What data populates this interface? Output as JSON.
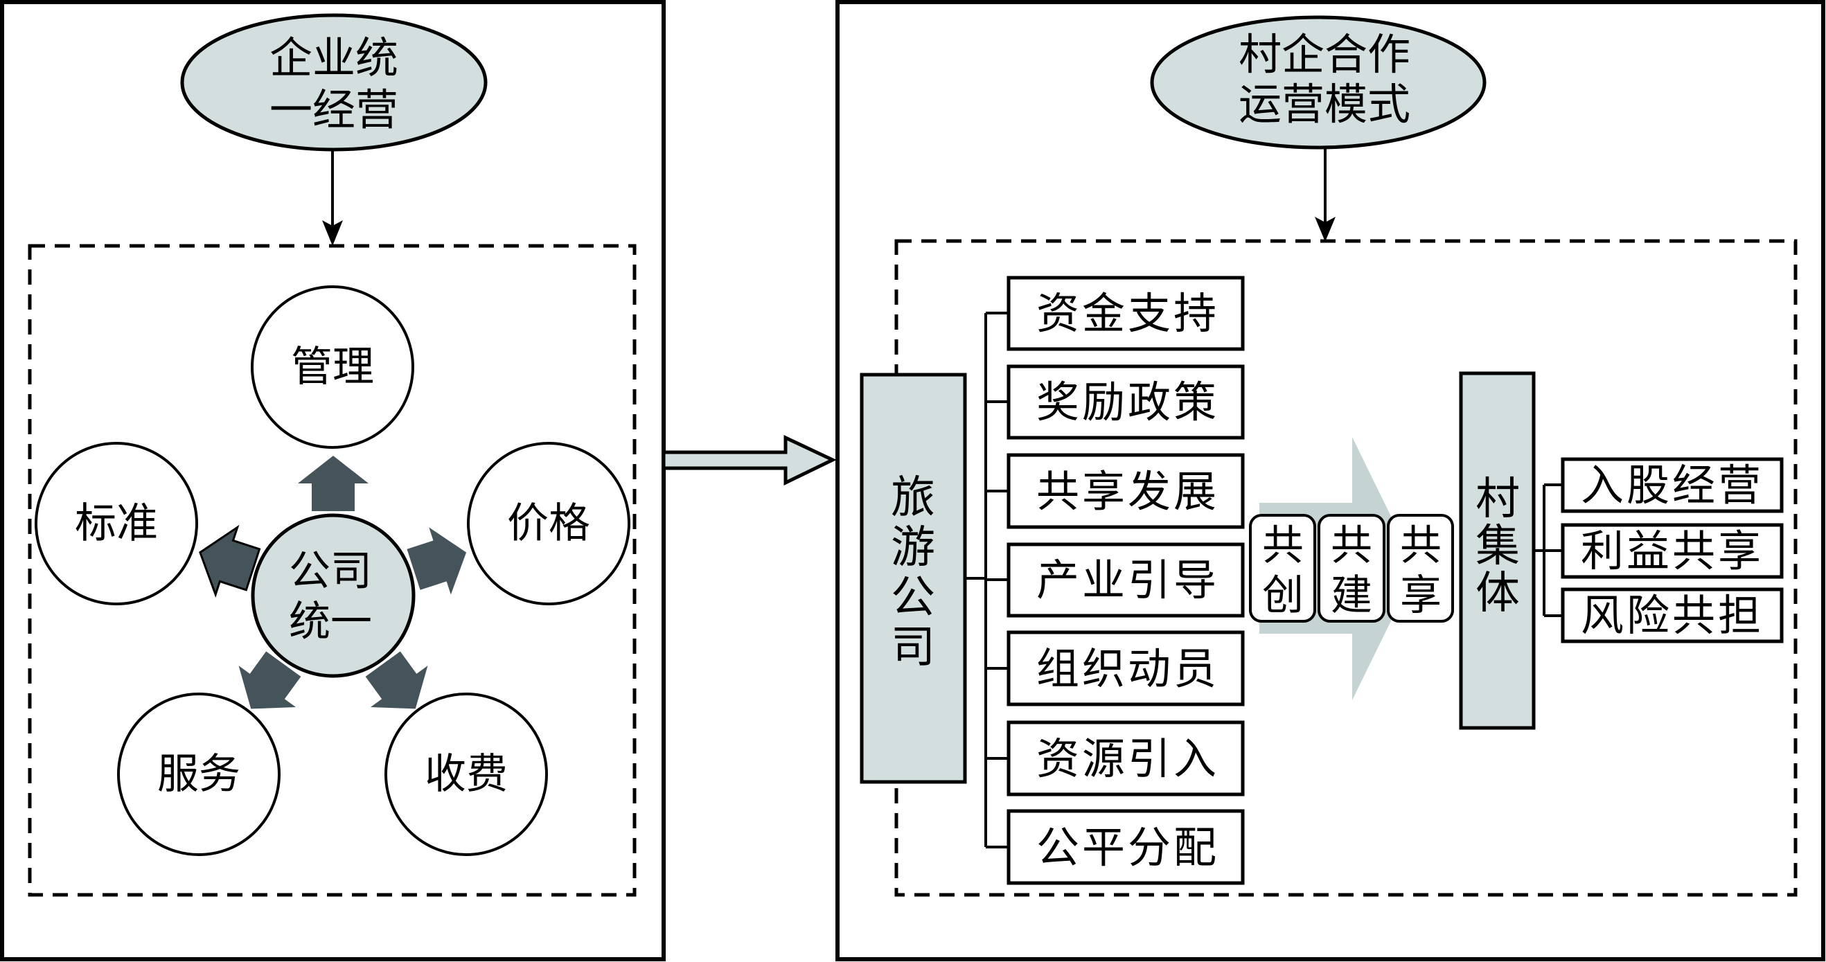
{
  "left_panel": {
    "title_lines": [
      "企业统",
      "一经营"
    ],
    "center": {
      "lines": [
        "公司",
        "统一"
      ]
    },
    "satellites": [
      {
        "key": "management",
        "label": "管理"
      },
      {
        "key": "price",
        "label": "价格"
      },
      {
        "key": "fee",
        "label": "收费"
      },
      {
        "key": "service",
        "label": "服务"
      },
      {
        "key": "standard",
        "label": "标准"
      }
    ]
  },
  "right_panel": {
    "title_lines": [
      "村企合作",
      "运营模式"
    ],
    "company": {
      "chars": [
        "旅",
        "游",
        "公",
        "司"
      ]
    },
    "company_items": [
      "资金支持",
      "奖励政策",
      "共享发展",
      "产业引导",
      "组织动员",
      "资源引入",
      "公平分配"
    ],
    "co_principles": [
      {
        "chars": [
          "共",
          "创"
        ]
      },
      {
        "chars": [
          "共",
          "建"
        ]
      },
      {
        "chars": [
          "共",
          "享"
        ]
      }
    ],
    "village": {
      "chars": [
        "村",
        "集",
        "体"
      ]
    },
    "village_items": [
      "入股经营",
      "利益共享",
      "风险共担"
    ]
  },
  "colors": {
    "node_fill": "#d3dede",
    "arrow_dark": "#45535a",
    "big_arrow": "#c5d3d3",
    "line": "#000000"
  }
}
